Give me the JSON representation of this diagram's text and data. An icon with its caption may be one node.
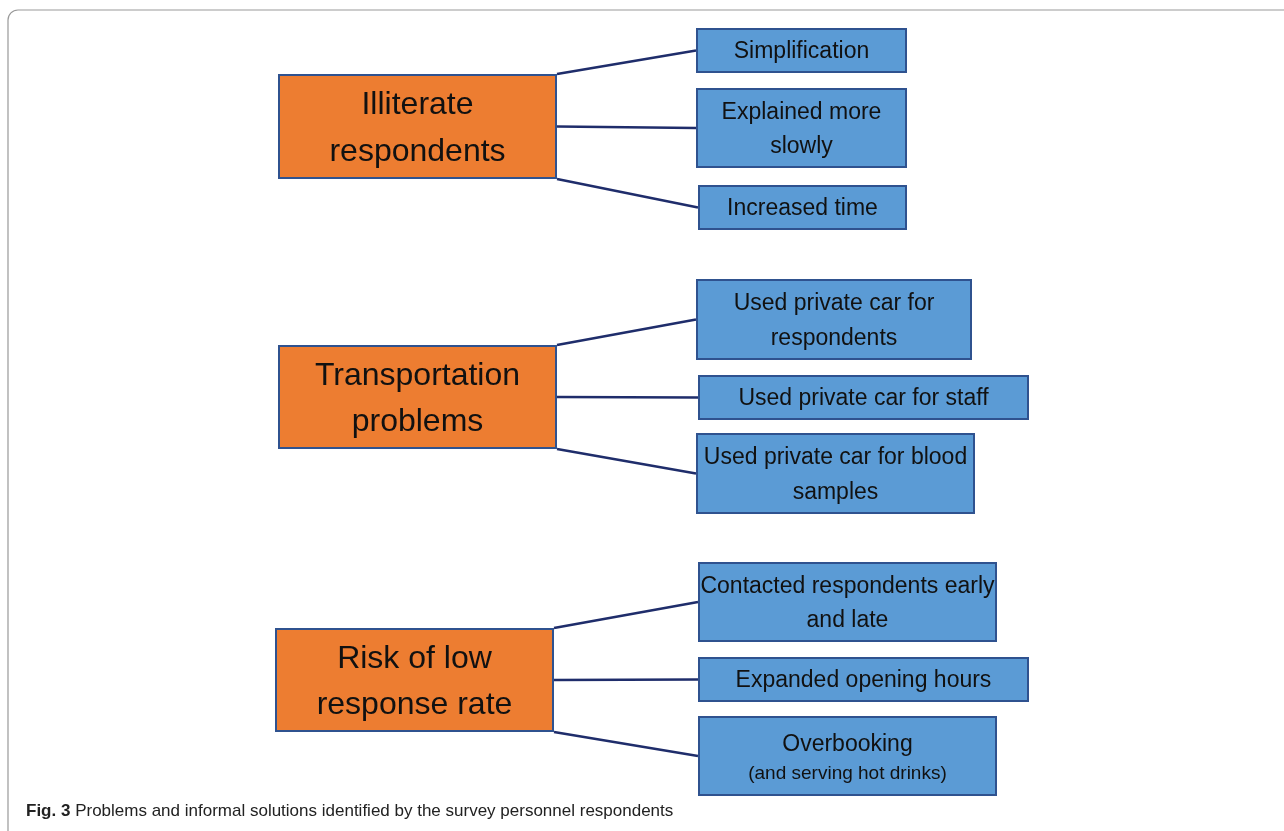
{
  "diagram": {
    "caption": "**Fig. 3** Problems and informal solutions identified by the survey personnel respondents",
    "nodes": [
      {
        "text": [
          "Illiterate respondents"
        ]
      },
      {
        "text": [
          "Simplification"
        ]
      },
      {
        "text": [
          "Explained more slowly"
        ]
      },
      {
        "text": [
          "Increased time"
        ]
      },
      {
        "text": [
          "Transportation problems"
        ]
      },
      {
        "text": [
          "Used private car for respondents"
        ]
      },
      {
        "text": [
          "Used private car for staff"
        ]
      },
      {
        "text": [
          "Used private car for blood samples"
        ]
      },
      {
        "text": [
          "Risk of low response rate"
        ]
      },
      {
        "text": [
          "Contacted respondents early and late"
        ]
      },
      {
        "text": [
          "Expanded opening hours"
        ]
      },
      {
        "text": [
          "Overbooking",
          "(and serving hot drinks)"
        ]
      }
    ],
    "edges": [
      {
        "from": 0,
        "to": 1,
        "arrow": "none"
      },
      {
        "from": 0,
        "to": 2,
        "arrow": "none"
      },
      {
        "from": 0,
        "to": 3,
        "arrow": "none"
      },
      {
        "from": 4,
        "to": 5,
        "arrow": "none"
      },
      {
        "from": 4,
        "to": 6,
        "arrow": "none"
      },
      {
        "from": 4,
        "to": 7,
        "arrow": "none"
      },
      {
        "from": 8,
        "to": 9,
        "arrow": "none"
      },
      {
        "from": 8,
        "to": 10,
        "arrow": "none"
      },
      {
        "from": 8,
        "to": 11,
        "arrow": "none"
      }
    ]
  }
}
